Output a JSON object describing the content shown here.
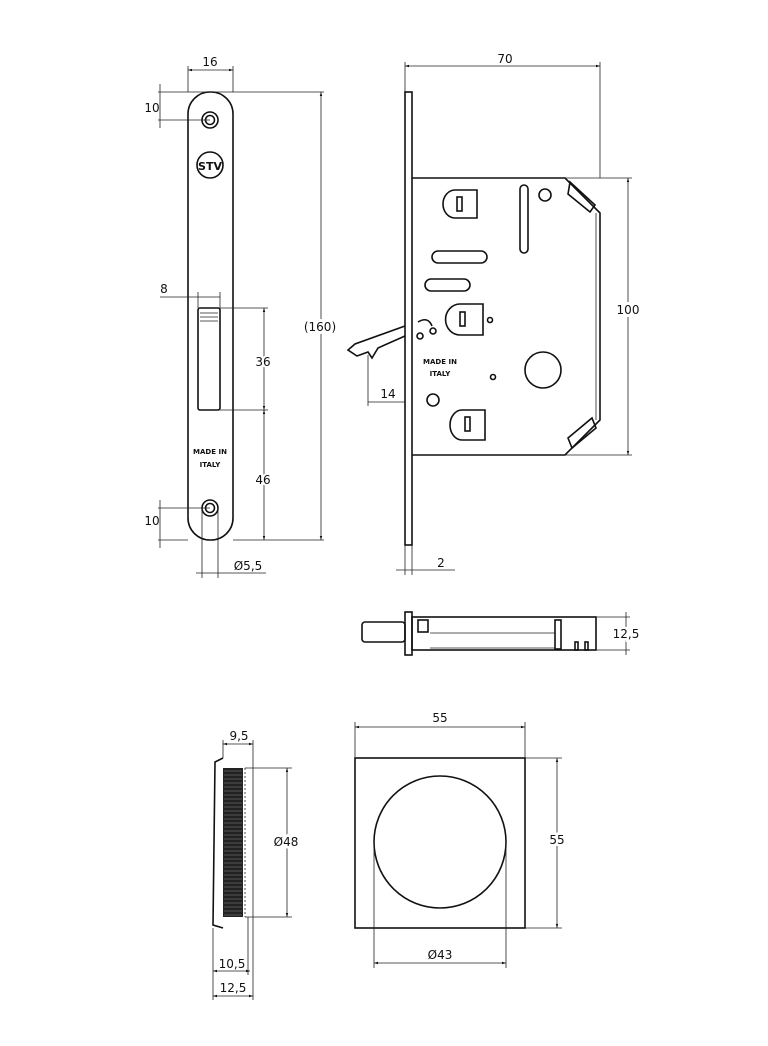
{
  "faceplate": {
    "width": "16",
    "top_hole_offset": "10",
    "slot_width": "8",
    "slot_height": "36",
    "slot_to_bottom": "46",
    "total_length": "(160)",
    "bottom_hole_offset": "10",
    "hole_diameter": "Ø5,5",
    "logo": "STV",
    "stamp_line1": "MADE IN",
    "stamp_line2": "ITALY"
  },
  "lock_body": {
    "depth": "70",
    "height": "100",
    "latch_projection": "14",
    "forend_thickness": "2",
    "stamp_line1": "MADE IN",
    "stamp_line2": "ITALY"
  },
  "side_view": {
    "thickness": "12,5"
  },
  "pull_side": {
    "projection": "9,5",
    "diameter": "Ø48",
    "depth_inner": "10,5",
    "depth_total": "12,5"
  },
  "pull_front": {
    "width": "55",
    "height": "55",
    "recess_diameter": "Ø43"
  }
}
